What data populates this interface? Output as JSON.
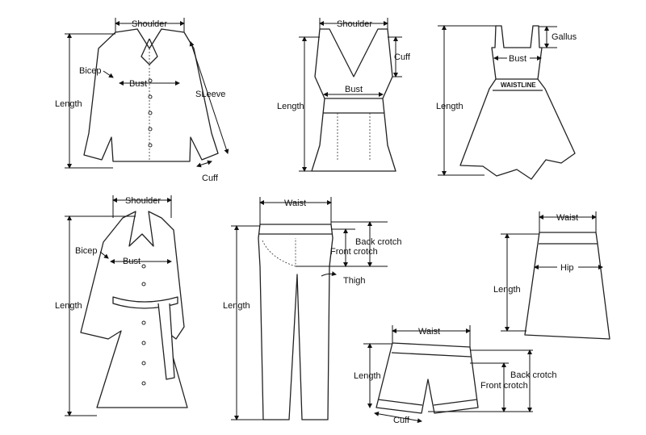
{
  "blouse": {
    "shoulder": "Shoulder",
    "bicep": "Bicep",
    "bust": "Bust",
    "sleeve": "SLeeve",
    "length": "Length",
    "cuff": "Cuff"
  },
  "vest": {
    "shoulder": "Shoulder",
    "cuff": "Cuff",
    "bust": "Bust",
    "length": "Length"
  },
  "dress": {
    "gallus": "Gallus",
    "bust": "Bust",
    "waistline": "WAISTLINE",
    "length": "Length"
  },
  "coat": {
    "shoulder": "Shoulder",
    "bicep": "Bicep",
    "bust": "Bust",
    "length": "Length"
  },
  "pants": {
    "waist": "Waist",
    "back_crotch": "Back crotch",
    "front_crotch": "Front crotch",
    "thigh": "Thigh",
    "length": "Length"
  },
  "skirt": {
    "waist": "Waist",
    "hip": "Hip",
    "length": "Length"
  },
  "shorts": {
    "waist": "Waist",
    "length": "Length",
    "back_crotch": "Back crotch",
    "front_crotch": "Front crotch",
    "cuff": "Cuff"
  }
}
